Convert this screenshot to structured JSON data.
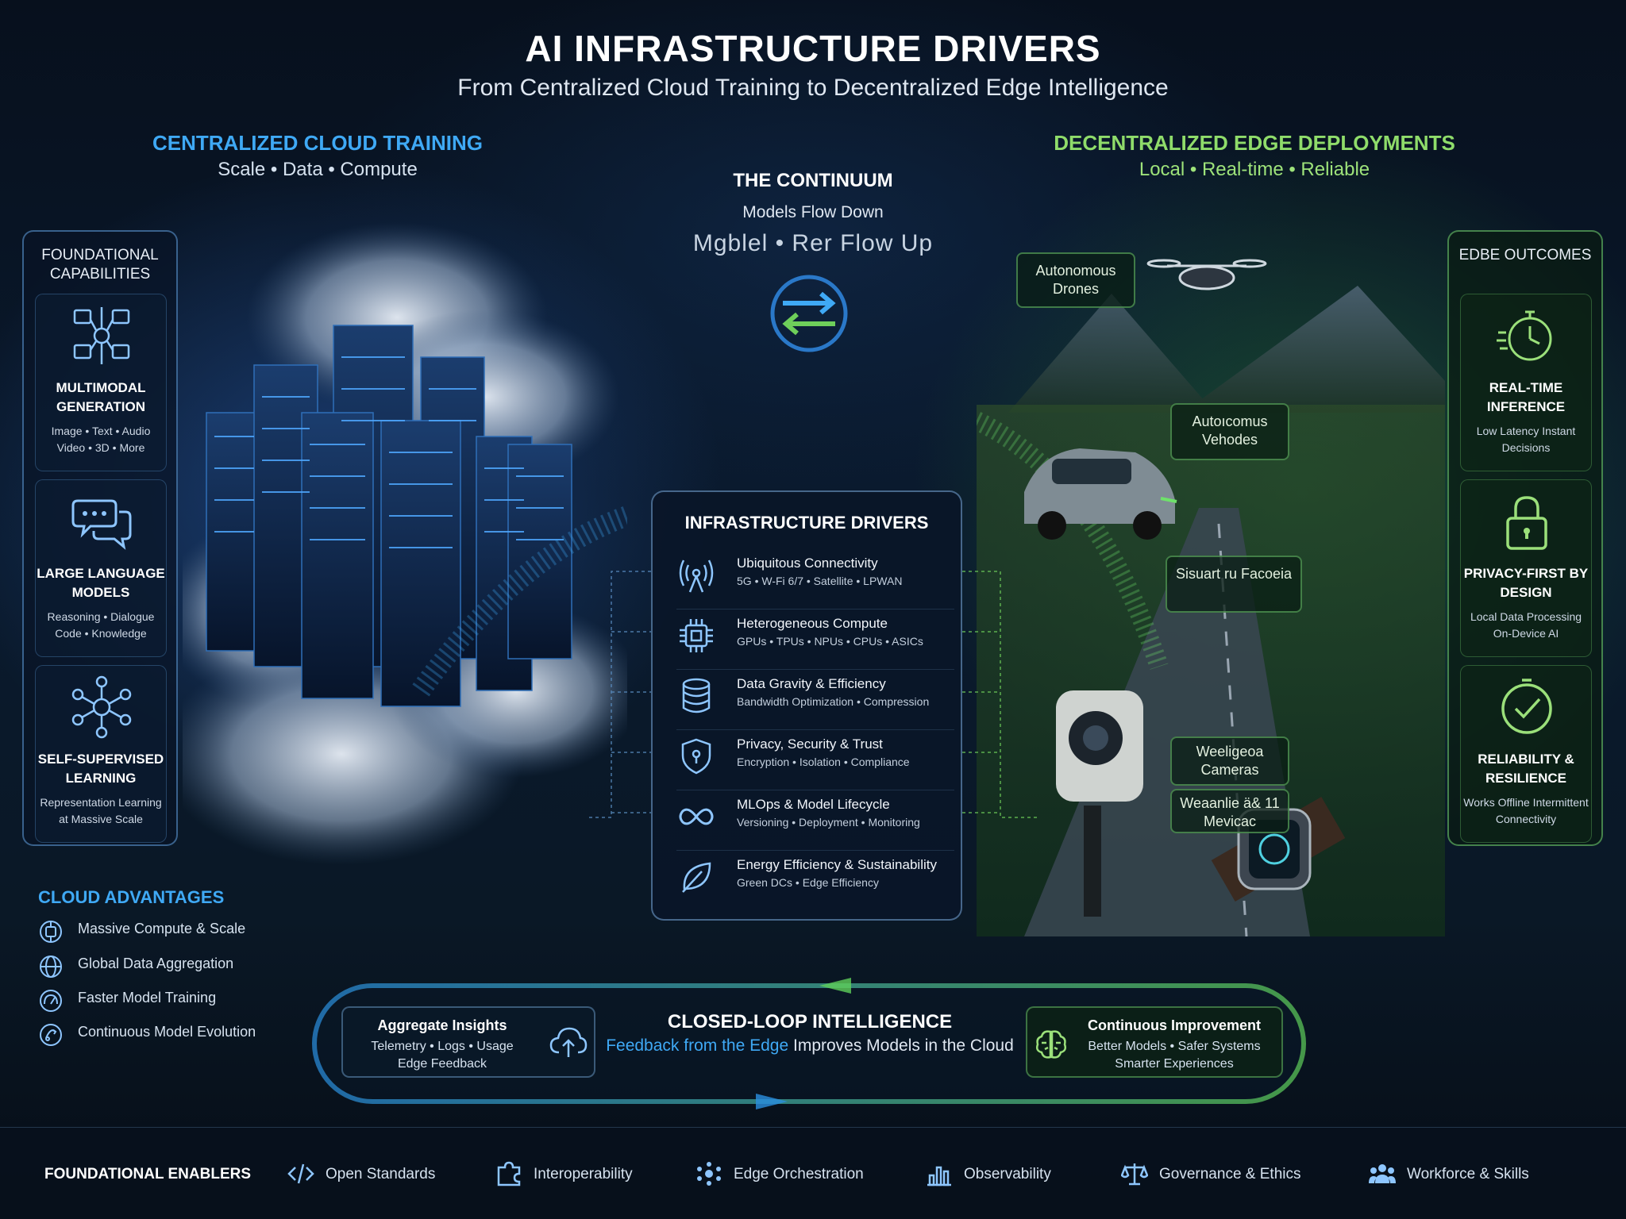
{
  "header": {
    "title": "AI INFRASTRUCTURE DRIVERS",
    "subtitle": "From Centralized Cloud Training to Decentralized Edge Intelligence"
  },
  "cloud": {
    "heading": "CENTRALIZED CLOUD TRAINING",
    "subheading": "Scale • Data • Compute"
  },
  "edge": {
    "heading": "DECENTRALIZED EDGE DEPLOYMENTS",
    "subheading": "Local • Real-time • Reliable"
  },
  "continuum": {
    "title": "THE CONTINUUM",
    "down": "Models Flow Down",
    "up": "Mgblel • Rer Flow Up",
    "icon": "sync-arrows-icon"
  },
  "foundational": {
    "title": "FOUNDATIONAL CAPABILITIES",
    "cards": [
      {
        "icon": "multimodal-icon",
        "title": "MULTIMODAL GENERATION",
        "desc": "Image • Text • Audio Video • 3D • More"
      },
      {
        "icon": "chat-bubbles-icon",
        "title": "LARGE LANGUAGE MODELS",
        "desc": "Reasoning • Dialogue Code • Knowledge"
      },
      {
        "icon": "network-icon",
        "title": "SELF-SUPERVISED LEARNING",
        "desc": "Representation Learning at Massive Scale"
      }
    ]
  },
  "outcomes": {
    "title": "EDBE OUTCOMES",
    "cards": [
      {
        "icon": "stopwatch-icon",
        "title": "REAL-TIME INFERENCE",
        "desc": "Low Latency Instant Decisions"
      },
      {
        "icon": "padlock-icon",
        "title": "PRIVACY-FIRST BY DESIGN",
        "desc": "Local Data Processing On-Device AI"
      },
      {
        "icon": "check-circle-icon",
        "title": "RELIABILITY & RESILIENCE",
        "desc": "Works Offline Intermittent Connectivity"
      }
    ]
  },
  "edge_labels": {
    "drones": "Autonomous Drones",
    "vehicles": "Autoıcomus Vehodes",
    "factories": "Sisuart ru Facoeia",
    "cameras": "Weeligeoa Cameras",
    "wearables": "Weaanlie ä& 11 Mevicac"
  },
  "drivers": {
    "title": "INFRASTRUCTURE DRIVERS",
    "items": [
      {
        "icon": "antenna-icon",
        "title": "Ubiquitous Connectivity",
        "desc": "5G • W-Fi 6/7 • Satellite • LPWAN"
      },
      {
        "icon": "chip-icon",
        "title": "Heterogeneous Compute",
        "desc": "GPUs • TPUs • NPUs • CPUs • ASICs"
      },
      {
        "icon": "database-icon",
        "title": "Data Gravity & Efficiency",
        "desc": "Bandwidth Optimization • Compression"
      },
      {
        "icon": "shield-icon",
        "title": "Privacy, Security & Trust",
        "desc": "Encryption • Isolation • Compliance"
      },
      {
        "icon": "infinity-icon",
        "title": "MLOps & Model Lifecycle",
        "desc": "Versioning • Deployment • Monitoring"
      },
      {
        "icon": "leaf-icon",
        "title": "Energy Efficiency & Sustainability",
        "desc": "Green DCs • Edge Efficiency"
      }
    ]
  },
  "advantages": {
    "title": "CLOUD ADVANTAGES",
    "items": [
      {
        "icon": "compute-scale-icon",
        "label": "Massive Compute & Scale"
      },
      {
        "icon": "globe-icon",
        "label": "Global Data Aggregation"
      },
      {
        "icon": "speed-icon",
        "label": "Faster Model Training"
      },
      {
        "icon": "evolution-icon",
        "label": "Continuous Model Evolution"
      }
    ]
  },
  "loop": {
    "title": "CLOSED-LOOP INTELLIGENCE",
    "subtitle_highlight": "Feedback from the Edge",
    "subtitle_rest": " Improves Models in the Cloud",
    "left_title": "Aggregate Insights",
    "left_desc1": "Telemetry • Logs • Usage",
    "left_desc2": "Edge Feedback",
    "right_title": "Continuous Improvement",
    "right_desc1": "Better Models • Safer Systems",
    "right_desc2": "Smarter Experiences"
  },
  "footer": {
    "title": "FOUNDATIONAL ENABLERS",
    "items": [
      {
        "icon": "code-icon",
        "label": "Open Standards"
      },
      {
        "icon": "puzzle-icon",
        "label": "Interoperability"
      },
      {
        "icon": "cluster-icon",
        "label": "Edge Orchestration"
      },
      {
        "icon": "bar-chart-icon",
        "label": "Observability"
      },
      {
        "icon": "scales-icon",
        "label": "Governance & Ethics"
      },
      {
        "icon": "people-icon",
        "label": "Workforce & Skills"
      }
    ]
  },
  "colors": {
    "cloud_accent": "#3fa9f5",
    "edge_accent": "#8fdc6a",
    "background": "#0a1a2e"
  }
}
